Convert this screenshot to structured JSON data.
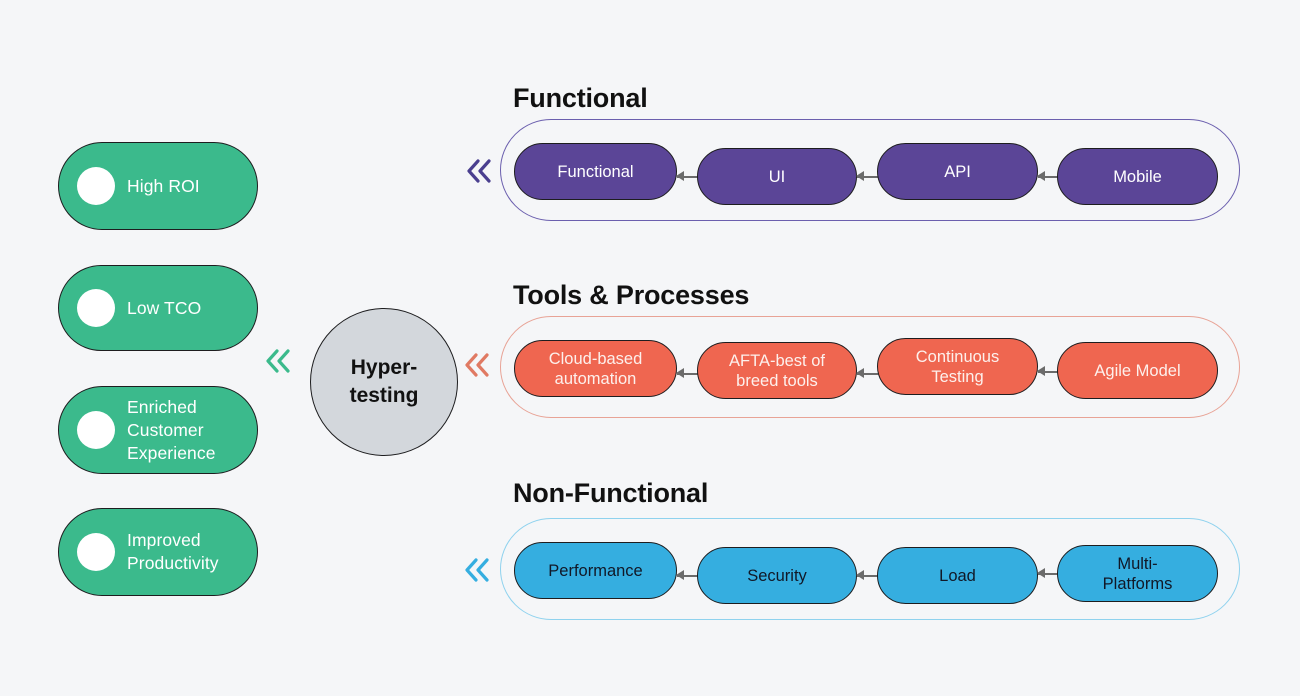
{
  "background_color": "#f5f6f8",
  "hub": {
    "label": "Hyper-\ntesting",
    "fill_color": "#d3d7dc"
  },
  "benefits": {
    "fill_color": "#3bba8c",
    "items": [
      {
        "label": "High ROI"
      },
      {
        "label": "Low TCO"
      },
      {
        "label": "Enriched\nCustomer\nExperience"
      },
      {
        "label": "Improved\nProductivity"
      }
    ]
  },
  "sections": [
    {
      "title": "Functional",
      "accent_color": "#5b4597",
      "outline_color": "#6b5fae",
      "chevron_color": "#4a3f8f",
      "nodes": [
        {
          "label": "Functional"
        },
        {
          "label": "UI"
        },
        {
          "label": "API"
        },
        {
          "label": "Mobile"
        }
      ]
    },
    {
      "title": "Tools & Processes",
      "accent_color": "#ef6650",
      "outline_color": "#e8a396",
      "chevron_color": "#e07a63",
      "nodes": [
        {
          "label": "Cloud-based\nautomation"
        },
        {
          "label": "AFTA-best of\nbreed tools"
        },
        {
          "label": "Continuous\nTesting"
        },
        {
          "label": "Agile Model"
        }
      ]
    },
    {
      "title": "Non-Functional",
      "accent_color": "#35aee0",
      "outline_color": "#8fd2ee",
      "chevron_color": "#35aee0",
      "nodes": [
        {
          "label": "Performance"
        },
        {
          "label": "Security"
        },
        {
          "label": "Load"
        },
        {
          "label": "Multi-\nPlatforms"
        }
      ]
    }
  ],
  "chevrons": {
    "hub_color": "#3bba8c",
    "glyph": "double-chevron-left"
  }
}
